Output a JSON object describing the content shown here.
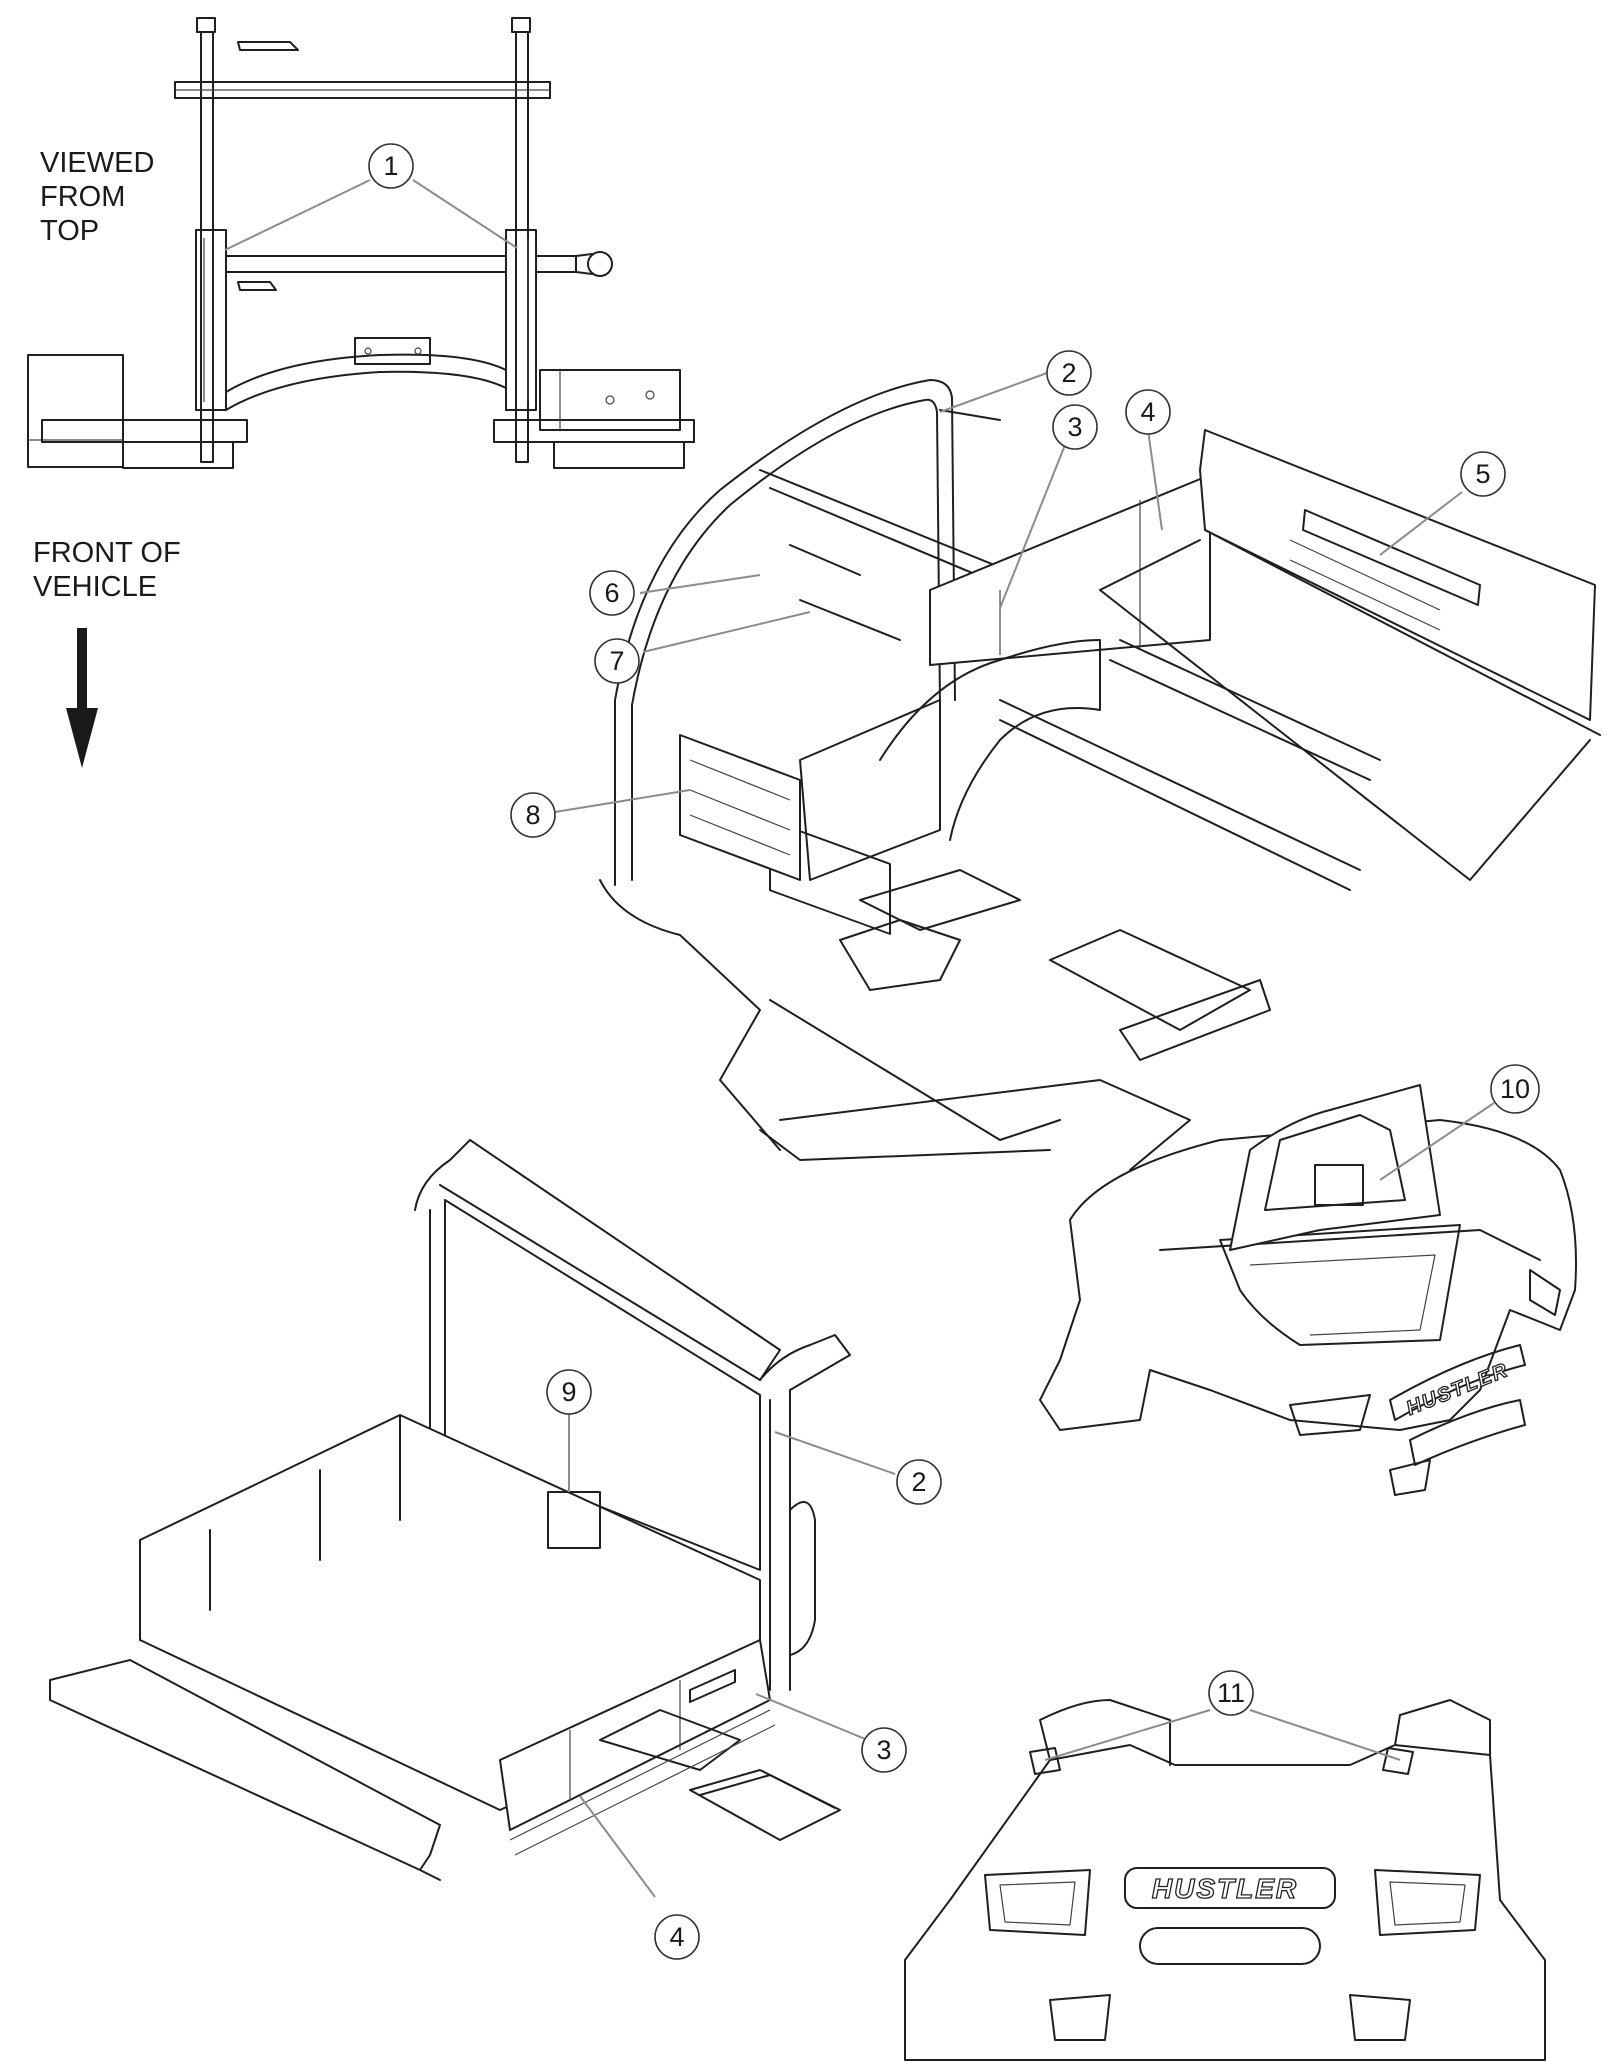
{
  "labels": {
    "viewed_from_top": [
      "VIEWED",
      "FROM",
      "TOP"
    ],
    "front_of_vehicle": [
      "FRONT OF",
      "VEHICLE"
    ]
  },
  "callouts": [
    {
      "id": "c1",
      "num": "1"
    },
    {
      "id": "c2a",
      "num": "2"
    },
    {
      "id": "c3a",
      "num": "3"
    },
    {
      "id": "c4a",
      "num": "4"
    },
    {
      "id": "c5",
      "num": "5"
    },
    {
      "id": "c6",
      "num": "6"
    },
    {
      "id": "c7",
      "num": "7"
    },
    {
      "id": "c8",
      "num": "8"
    },
    {
      "id": "c9",
      "num": "9"
    },
    {
      "id": "c10",
      "num": "10"
    },
    {
      "id": "c2b",
      "num": "2"
    },
    {
      "id": "c3b",
      "num": "3"
    },
    {
      "id": "c4b",
      "num": "4"
    },
    {
      "id": "c11",
      "num": "11"
    }
  ],
  "logo": {
    "text": "HUSTLER"
  },
  "colors": {
    "line": "#1f1f1f",
    "leader": "#8c8c8c",
    "background": "#ffffff"
  }
}
